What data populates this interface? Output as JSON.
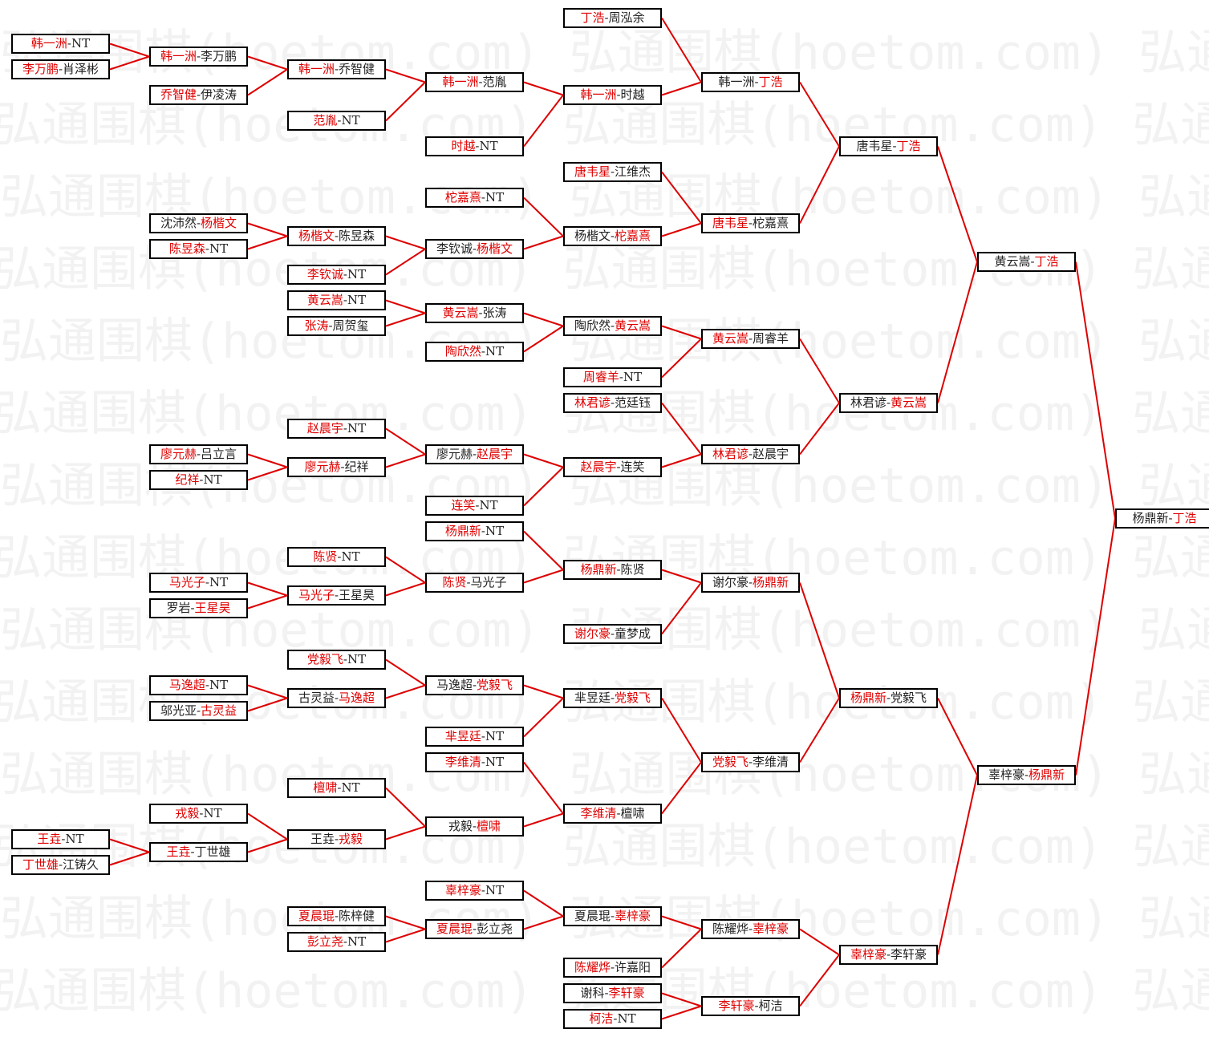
{
  "watermark": {
    "text": "弘通围棋(hoetom.com) 弘通围棋(hoetom.com) 弘通围棋"
  },
  "colors": {
    "winner": "#e00000",
    "text": "#222222",
    "line": "#dd0000",
    "border": "#000000"
  },
  "matches": [
    {
      "id": "m1",
      "a": "韩一洲",
      "b": "NT",
      "w": "a"
    },
    {
      "id": "m2",
      "a": "李万鹏",
      "b": "肖泽彬",
      "w": "a"
    },
    {
      "id": "m3",
      "a": "王垚",
      "b": "NT",
      "w": "a"
    },
    {
      "id": "m4",
      "a": "丁世雄",
      "b": "江铸久",
      "w": "a"
    },
    {
      "id": "m5",
      "a": "韩一洲",
      "b": "李万鹏",
      "w": "a"
    },
    {
      "id": "m6",
      "a": "乔智健",
      "b": "伊凌涛",
      "w": "a"
    },
    {
      "id": "m7",
      "a": "沈沛然",
      "b": "杨楷文",
      "w": "b"
    },
    {
      "id": "m8",
      "a": "陈昱森",
      "b": "NT",
      "w": "a"
    },
    {
      "id": "m9",
      "a": "廖元赫",
      "b": "吕立言",
      "w": "a"
    },
    {
      "id": "m10",
      "a": "纪祥",
      "b": "NT",
      "w": "a"
    },
    {
      "id": "m11",
      "a": "马光子",
      "b": "NT",
      "w": "a"
    },
    {
      "id": "m12",
      "a": "罗岩",
      "b": "王星昊",
      "w": "b"
    },
    {
      "id": "m13",
      "a": "马逸超",
      "b": "NT",
      "w": "a"
    },
    {
      "id": "m14",
      "a": "邬光亚",
      "b": "古灵益",
      "w": "b"
    },
    {
      "id": "m15",
      "a": "戎毅",
      "b": "NT",
      "w": "a"
    },
    {
      "id": "m16",
      "a": "王垚",
      "b": "丁世雄",
      "w": "a"
    },
    {
      "id": "m17",
      "a": "韩一洲",
      "b": "乔智健",
      "w": "a"
    },
    {
      "id": "m18",
      "a": "范胤",
      "b": "NT",
      "w": "a"
    },
    {
      "id": "m19",
      "a": "杨楷文",
      "b": "陈昱森",
      "w": "a"
    },
    {
      "id": "m20",
      "a": "李钦诚",
      "b": "NT",
      "w": "a"
    },
    {
      "id": "m21",
      "a": "黄云嵩",
      "b": "NT",
      "w": "a"
    },
    {
      "id": "m22",
      "a": "张涛",
      "b": "周贺玺",
      "w": "a"
    },
    {
      "id": "m23",
      "a": "赵晨宇",
      "b": "NT",
      "w": "a"
    },
    {
      "id": "m24",
      "a": "廖元赫",
      "b": "纪祥",
      "w": "a"
    },
    {
      "id": "m25",
      "a": "陈贤",
      "b": "NT",
      "w": "a"
    },
    {
      "id": "m26",
      "a": "马光子",
      "b": "王星昊",
      "w": "a"
    },
    {
      "id": "m27",
      "a": "党毅飞",
      "b": "NT",
      "w": "a"
    },
    {
      "id": "m28",
      "a": "古灵益",
      "b": "马逸超",
      "w": "b"
    },
    {
      "id": "m29",
      "a": "檀啸",
      "b": "NT",
      "w": "a"
    },
    {
      "id": "m30",
      "a": "王垚",
      "b": "戎毅",
      "w": "b"
    },
    {
      "id": "m31",
      "a": "夏晨琨",
      "b": "陈梓健",
      "w": "a"
    },
    {
      "id": "m32",
      "a": "彭立尧",
      "b": "NT",
      "w": "a"
    },
    {
      "id": "m33",
      "a": "韩一洲",
      "b": "范胤",
      "w": "a"
    },
    {
      "id": "m34",
      "a": "时越",
      "b": "NT",
      "w": "a"
    },
    {
      "id": "m35",
      "a": "柁嘉熹",
      "b": "NT",
      "w": "a"
    },
    {
      "id": "m36",
      "a": "李钦诚",
      "b": "杨楷文",
      "w": "b"
    },
    {
      "id": "m37",
      "a": "黄云嵩",
      "b": "张涛",
      "w": "a"
    },
    {
      "id": "m38",
      "a": "陶欣然",
      "b": "NT",
      "w": "a"
    },
    {
      "id": "m39",
      "a": "廖元赫",
      "b": "赵晨宇",
      "w": "b"
    },
    {
      "id": "m40",
      "a": "连笑",
      "b": "NT",
      "w": "a"
    },
    {
      "id": "m41",
      "a": "杨鼎新",
      "b": "NT",
      "w": "a"
    },
    {
      "id": "m42",
      "a": "陈贤",
      "b": "马光子",
      "w": "a"
    },
    {
      "id": "m43",
      "a": "马逸超",
      "b": "党毅飞",
      "w": "b"
    },
    {
      "id": "m44",
      "a": "芈昱廷",
      "b": "NT",
      "w": "a"
    },
    {
      "id": "m45",
      "a": "李维清",
      "b": "NT",
      "w": "a"
    },
    {
      "id": "m46",
      "a": "戎毅",
      "b": "檀啸",
      "w": "b"
    },
    {
      "id": "m47",
      "a": "辜梓豪",
      "b": "NT",
      "w": "a"
    },
    {
      "id": "m48",
      "a": "夏晨琨",
      "b": "彭立尧",
      "w": "a"
    },
    {
      "id": "m49",
      "a": "丁浩",
      "b": "周泓余",
      "w": "a"
    },
    {
      "id": "m50",
      "a": "韩一洲",
      "b": "时越",
      "w": "a"
    },
    {
      "id": "m51",
      "a": "唐韦星",
      "b": "江维杰",
      "w": "a"
    },
    {
      "id": "m52",
      "a": "杨楷文",
      "b": "柁嘉熹",
      "w": "b"
    },
    {
      "id": "m53",
      "a": "陶欣然",
      "b": "黄云嵩",
      "w": "b"
    },
    {
      "id": "m54",
      "a": "周睿羊",
      "b": "NT",
      "w": "a"
    },
    {
      "id": "m55",
      "a": "林君谚",
      "b": "范廷钰",
      "w": "a"
    },
    {
      "id": "m56",
      "a": "赵晨宇",
      "b": "连笑",
      "w": "a"
    },
    {
      "id": "m57",
      "a": "杨鼎新",
      "b": "陈贤",
      "w": "a"
    },
    {
      "id": "m58",
      "a": "谢尔豪",
      "b": "童梦成",
      "w": "a"
    },
    {
      "id": "m59",
      "a": "芈昱廷",
      "b": "党毅飞",
      "w": "b"
    },
    {
      "id": "m60",
      "a": "李维清",
      "b": "檀啸",
      "w": "a"
    },
    {
      "id": "m61",
      "a": "夏晨琨",
      "b": "辜梓豪",
      "w": "b"
    },
    {
      "id": "m62",
      "a": "陈耀烨",
      "b": "许嘉阳",
      "w": "a"
    },
    {
      "id": "m63",
      "a": "谢科",
      "b": "李轩豪",
      "w": "b"
    },
    {
      "id": "m64",
      "a": "柯洁",
      "b": "NT",
      "w": "a"
    },
    {
      "id": "m65",
      "a": "韩一洲",
      "b": "丁浩",
      "w": "b"
    },
    {
      "id": "m66",
      "a": "唐韦星",
      "b": "柁嘉熹",
      "w": "a"
    },
    {
      "id": "m67",
      "a": "黄云嵩",
      "b": "周睿羊",
      "w": "a"
    },
    {
      "id": "m68",
      "a": "林君谚",
      "b": "赵晨宇",
      "w": "a"
    },
    {
      "id": "m69",
      "a": "谢尔豪",
      "b": "杨鼎新",
      "w": "b"
    },
    {
      "id": "m70",
      "a": "党毅飞",
      "b": "李维清",
      "w": "a"
    },
    {
      "id": "m71",
      "a": "陈耀烨",
      "b": "辜梓豪",
      "w": "b"
    },
    {
      "id": "m72",
      "a": "李轩豪",
      "b": "柯洁",
      "w": "a"
    },
    {
      "id": "m73",
      "a": "唐韦星",
      "b": "丁浩",
      "w": "b"
    },
    {
      "id": "m74",
      "a": "林君谚",
      "b": "黄云嵩",
      "w": "b"
    },
    {
      "id": "m75",
      "a": "杨鼎新",
      "b": "党毅飞",
      "w": "a"
    },
    {
      "id": "m76",
      "a": "辜梓豪",
      "b": "李轩豪",
      "w": "a"
    },
    {
      "id": "m77",
      "a": "黄云嵩",
      "b": "丁浩",
      "w": "b"
    },
    {
      "id": "m78",
      "a": "辜梓豪",
      "b": "杨鼎新",
      "w": "b"
    },
    {
      "id": "m79",
      "a": "杨鼎新",
      "b": "丁浩",
      "w": "b"
    }
  ]
}
